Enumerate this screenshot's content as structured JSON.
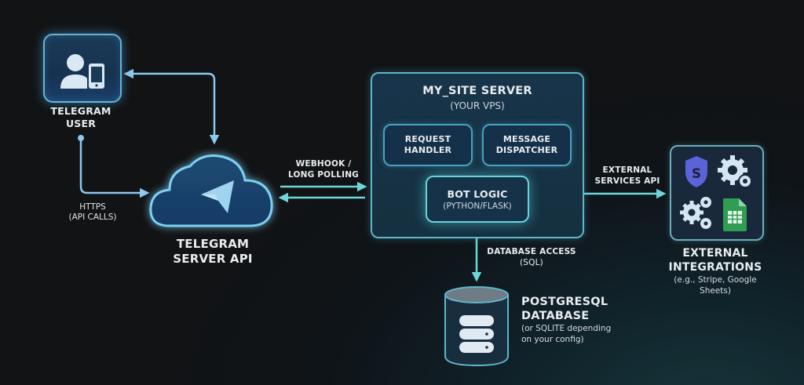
{
  "telegram_user": {
    "label_line1": "TELEGRAM",
    "label_line2": "USER",
    "icon": "user-with-phone-icon"
  },
  "https_link": {
    "label_line1": "HTTPS",
    "label_line2": "(API CALLS)"
  },
  "telegram_server": {
    "label_line1": "TELEGRAM",
    "label_line2": "SERVER API",
    "icon": "telegram-cloud-icon"
  },
  "webhook_link": {
    "label_line1": "WEBHOOK /",
    "label_line2": "LONG POLLING"
  },
  "my_site_server": {
    "title": "MY_SITE SERVER",
    "subtitle": "(YOUR VPS)",
    "components": [
      {
        "line1": "REQUEST",
        "line2": "HANDLER"
      },
      {
        "line1": "MESSAGE",
        "line2": "DISPATCHER"
      }
    ],
    "bot_logic": {
      "title": "BOT LOGIC",
      "subtitle": "(PYTHON/FLASK)"
    }
  },
  "external_api_link": {
    "label_line1": "EXTERNAL",
    "label_line2": "SERVICES API"
  },
  "external_integrations": {
    "label_line1": "EXTERNAL",
    "label_line2": "INTEGRATIONS",
    "desc_line1": "(e.g., Stripe, Google",
    "desc_line2": "Sheets)",
    "icons": [
      "stripe-shield-icon",
      "gear-icon",
      "gears-icon",
      "google-sheets-icon"
    ]
  },
  "db_link": {
    "label_line1": "DATABASE ACCESS",
    "label_line2": "(SQL)"
  },
  "database": {
    "label_line1": "POSTGRESQL",
    "label_line2": "DATABASE",
    "desc_line1": "(or SQLITE depending",
    "desc_line2": "on your config)",
    "icon": "database-icon"
  },
  "colors": {
    "background": "#111315",
    "blue_accent": "#8cc8ef",
    "teal_accent": "#6fd6d8",
    "stripe": "#5b63d8",
    "sheets": "#2f9e52"
  }
}
